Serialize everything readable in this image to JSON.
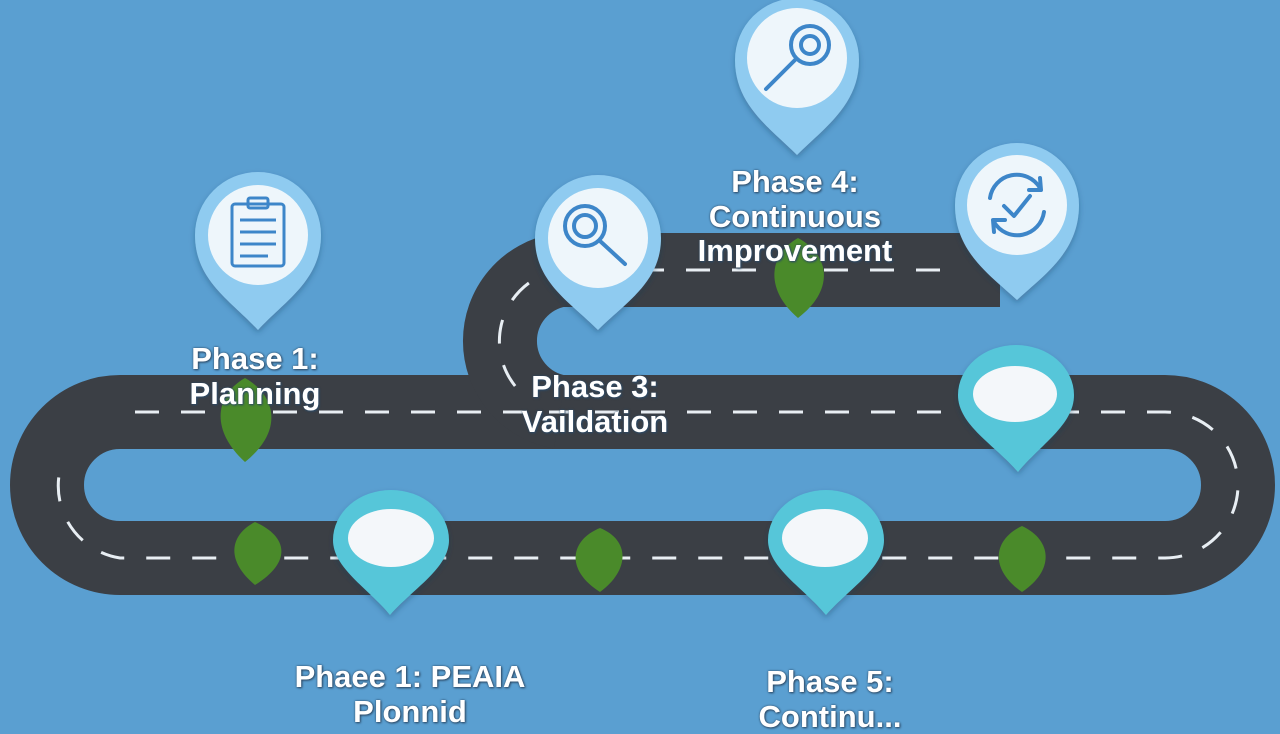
{
  "phases": {
    "phase1": {
      "title": "Phase 1:",
      "subtitle": "Planning"
    },
    "phase3": {
      "title": "Phase 3:",
      "subtitle": "Vaildation"
    },
    "phase4": {
      "title": "Phase 4:",
      "subtitle1": "Continuous",
      "subtitle2": "Improvement"
    },
    "bottom_left": {
      "title": "Phaee 1:  PEAIA",
      "subtitle": "Plonnid"
    },
    "bottom_right": {
      "title": "Phase 5:",
      "subtitle": "Continu..."
    }
  },
  "icons": {
    "phase1": "clipboard-checklist-icon",
    "phase3": "magnifier-icon",
    "phase4": "magnifier-icon",
    "refresh": "refresh-check-icon"
  },
  "colors": {
    "background": "#5a9fd1",
    "road": "#3b3f45",
    "road_dash": "#e8eef3",
    "pin_light": "#8fcbf0",
    "pin_teal": "#56c6d9",
    "icon_stroke": "#3d86c9",
    "leaf": "#4a8a2a",
    "label_text": "#ffffff"
  }
}
